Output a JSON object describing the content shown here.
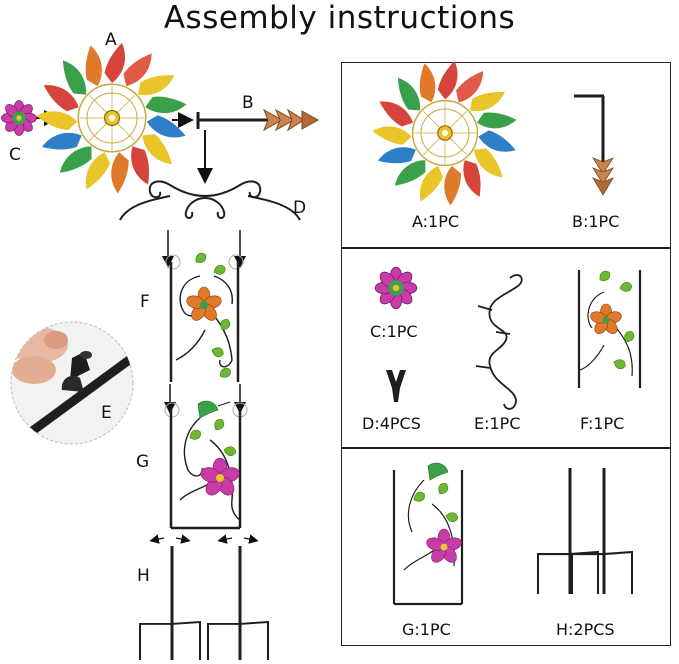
{
  "title": "Assembly instructions",
  "diagram_labels": {
    "a": "A",
    "b": "B",
    "c": "C",
    "d": "D",
    "e": "E",
    "f": "F",
    "g": "G",
    "h": "H"
  },
  "parts_list": [
    {
      "label": "A:1PC"
    },
    {
      "label": "B:1PC"
    },
    {
      "label": "C:1PC"
    },
    {
      "label": "D:4PCS"
    },
    {
      "label": "E:1PC"
    },
    {
      "label": "F:1PC"
    },
    {
      "label": "G:1PC"
    },
    {
      "label": "H:2PCS"
    }
  ],
  "colors": {
    "petal_red": "#d6453c",
    "petal_yellow": "#e9c52a",
    "petal_green": "#3aa04a",
    "petal_blue": "#2f7fc8",
    "arrow_copper": "#c98250",
    "orange_flower": "#e07a2a",
    "pink_flower": "#c83ca8",
    "metal": "#1e1e1e"
  }
}
